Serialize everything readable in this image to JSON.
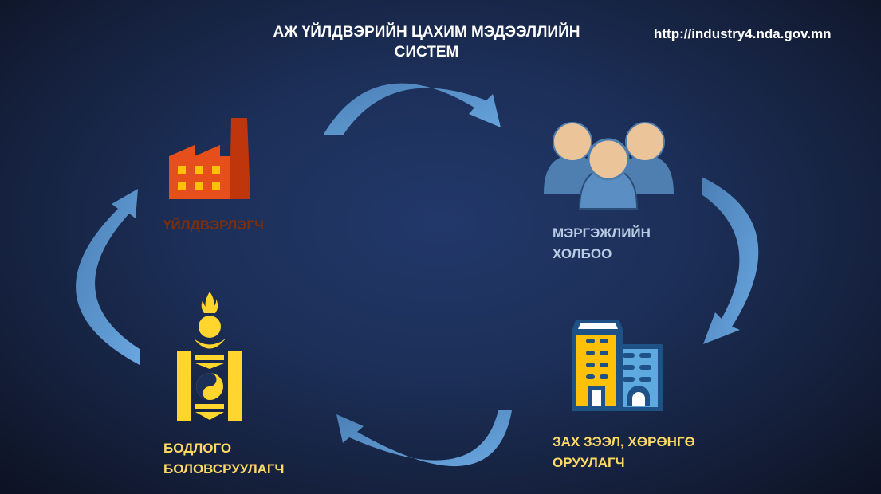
{
  "title": "АЖ ҮЙЛДВЭРИЙН ЦАХИМ МЭДЭЭЛЛИЙН СИСТЕМ",
  "url": "http://industry4.nda.gov.mn",
  "nodes": [
    {
      "label": "ҮЙЛДВЭРЛЭГЧ",
      "icon": "factory-icon",
      "color": "#7a2e0a"
    },
    {
      "label_line1": "МЭРГЭЖЛИЙН",
      "label_line2": "ХОЛБОО",
      "icon": "people-icon",
      "color": "#b8cce4"
    },
    {
      "label_line1": "ЗАХ ЗЭЭЛ, ХӨРӨНГӨ",
      "label_line2": "ОРУУЛАГЧ",
      "icon": "buildings-icon",
      "color": "#ffd966"
    },
    {
      "label_line1": "БОДЛОГО",
      "label_line2": "БОЛОВСРУУЛАГЧ",
      "icon": "soyombo-emblem-icon",
      "color": "#ffd966"
    }
  ],
  "arrow_color": "#5b9bd5"
}
